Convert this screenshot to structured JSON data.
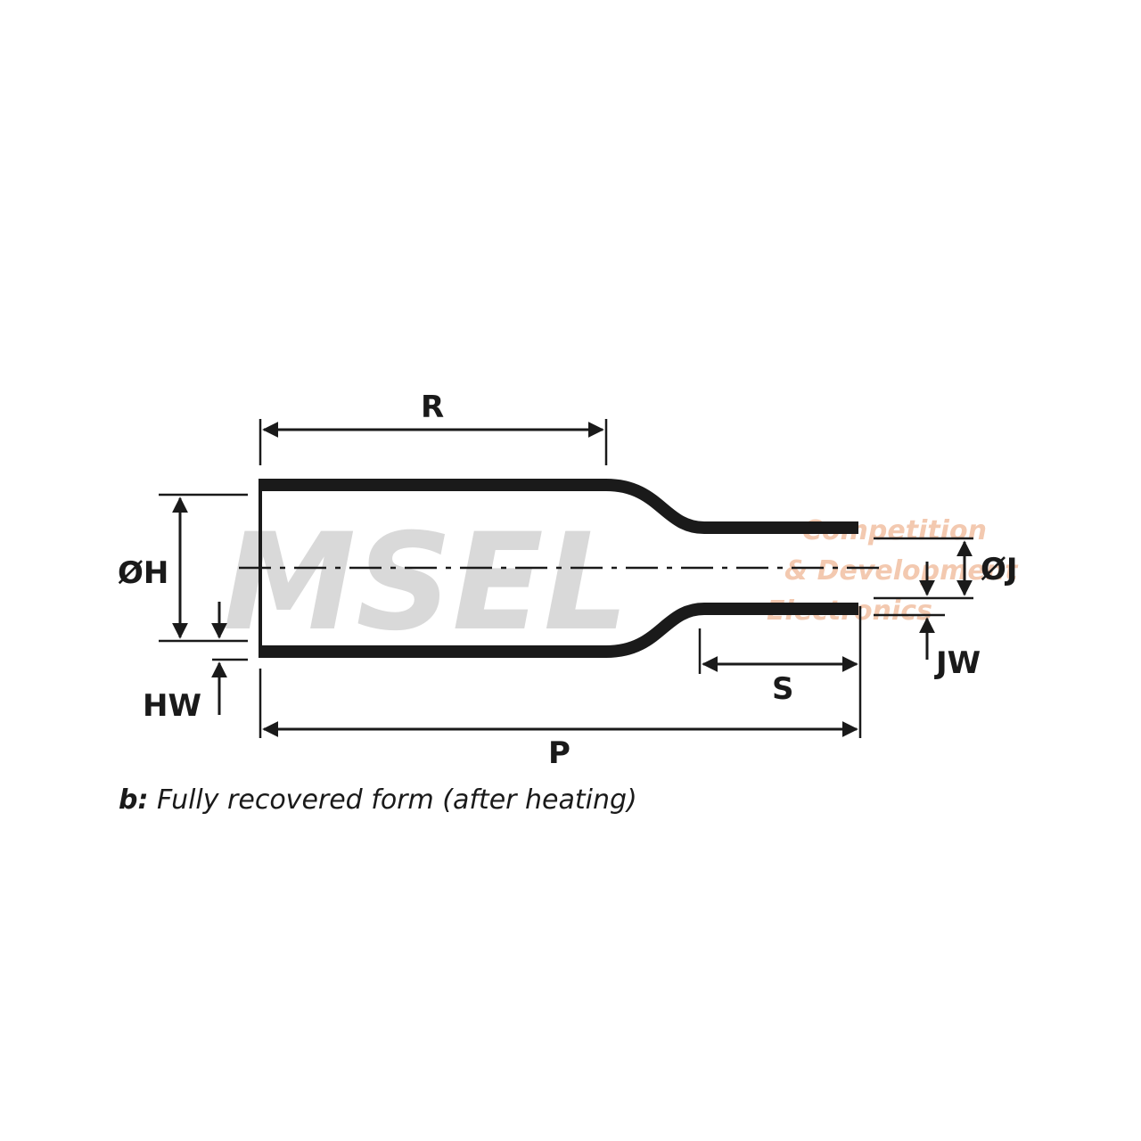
{
  "diagram": {
    "title_caption": {
      "prefix": "b:",
      "text": "Fully recovered form (after heating)"
    },
    "dimensions": {
      "R": "R",
      "P": "P",
      "S": "S",
      "OH": "ØH",
      "OJ": "ØJ",
      "HW": "HW",
      "JW": "JW"
    },
    "watermark": {
      "logo": "MSEL",
      "line1": "Competition",
      "line2": "& Development",
      "line3": "Electronics"
    },
    "colors": {
      "ink": "#1a1a1a",
      "watermark_gray": "#d9d9d9",
      "watermark_orange": "#f3c9b0"
    }
  }
}
